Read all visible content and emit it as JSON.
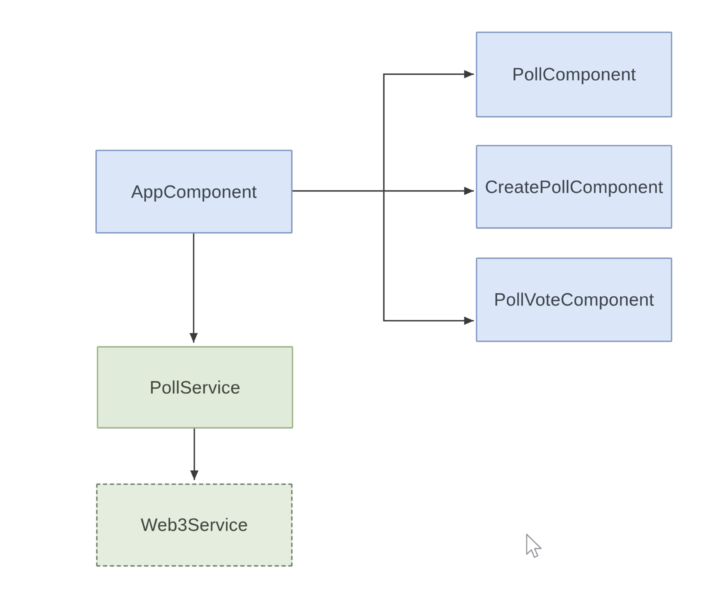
{
  "diagram": {
    "nodes": [
      {
        "id": "app-component",
        "label": "AppComponent",
        "kind": "component"
      },
      {
        "id": "poll-component",
        "label": "PollComponent",
        "kind": "component"
      },
      {
        "id": "create-poll-component",
        "label": "CreatePollComponent",
        "kind": "component"
      },
      {
        "id": "poll-vote-component",
        "label": "PollVoteComponent",
        "kind": "component"
      },
      {
        "id": "poll-service",
        "label": "PollService",
        "kind": "service"
      },
      {
        "id": "web3-service",
        "label": "Web3Service",
        "kind": "service-dashed"
      }
    ],
    "edges": [
      {
        "from": "AppComponent",
        "to": "PollComponent"
      },
      {
        "from": "AppComponent",
        "to": "CreatePollComponent"
      },
      {
        "from": "AppComponent",
        "to": "PollVoteComponent"
      },
      {
        "from": "AppComponent",
        "to": "PollService"
      },
      {
        "from": "PollService",
        "to": "Web3Service"
      }
    ],
    "colors": {
      "component_fill": "#dbe7f8",
      "component_stroke": "#8499c0",
      "service_fill": "#e1ebd9",
      "service_stroke": "#9cb289",
      "service_dashed_stroke": "#76816b",
      "edge_stroke": "#3b3b3b",
      "text": "#3d434b",
      "background": "#ffffff"
    }
  }
}
